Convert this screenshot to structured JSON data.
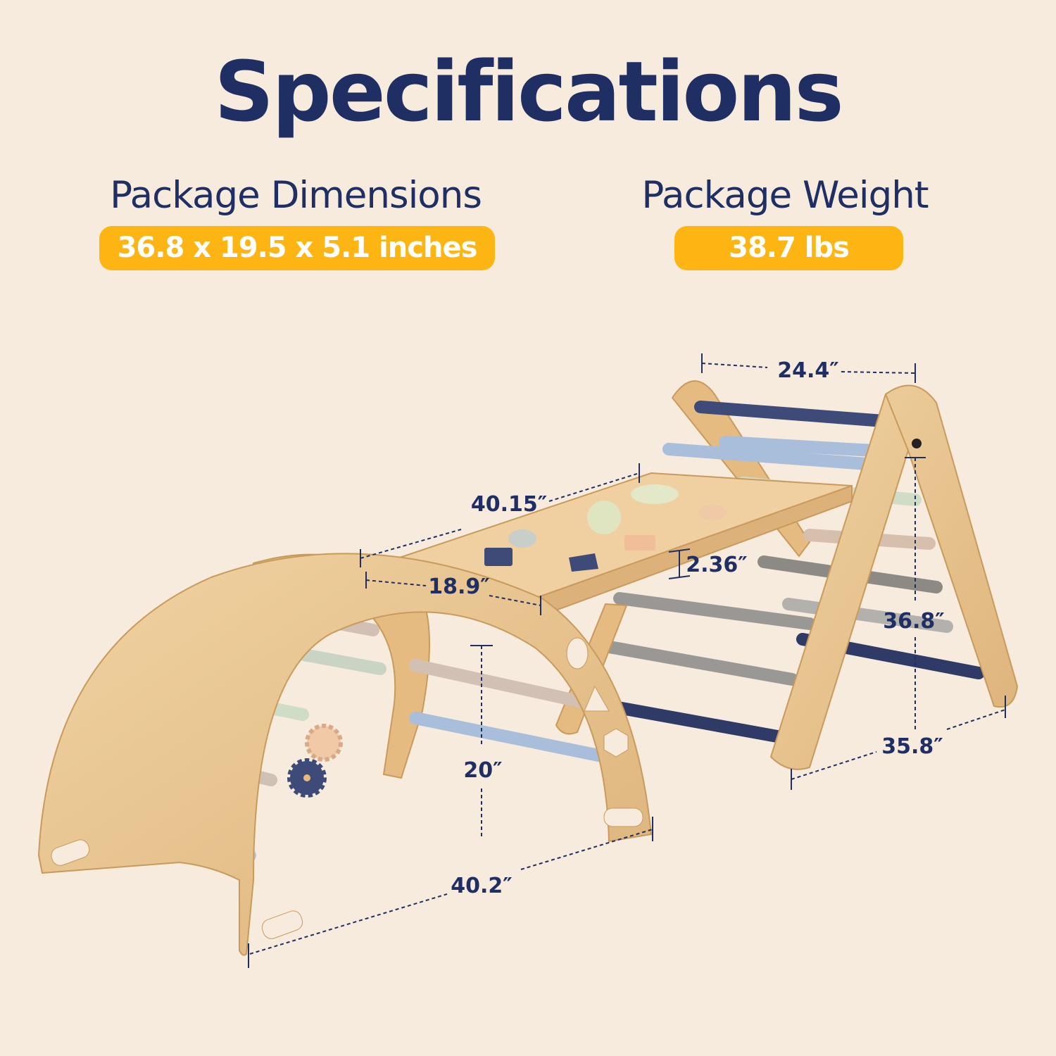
{
  "title": "Specifications",
  "specs": {
    "dimensions": {
      "label": "Package Dimensions",
      "value": "36.8 x 19.5 x 5.1 inches"
    },
    "weight": {
      "label": "Package Weight",
      "value": "38.7 lbs"
    }
  },
  "measurements": {
    "triangle_width": "24.4″",
    "ramp_length": "40.15″",
    "ramp_thickness": "2.36″",
    "ramp_width": "18.9″",
    "triangle_height": "36.8″",
    "triangle_depth": "35.8″",
    "arch_height": "20″",
    "arch_length": "40.2″"
  },
  "colors": {
    "background": "#f6ebdd",
    "title": "#1f2f63",
    "pill": "#fdb514",
    "wood": "#e9c48e",
    "wood_edge": "#c99a5c"
  }
}
